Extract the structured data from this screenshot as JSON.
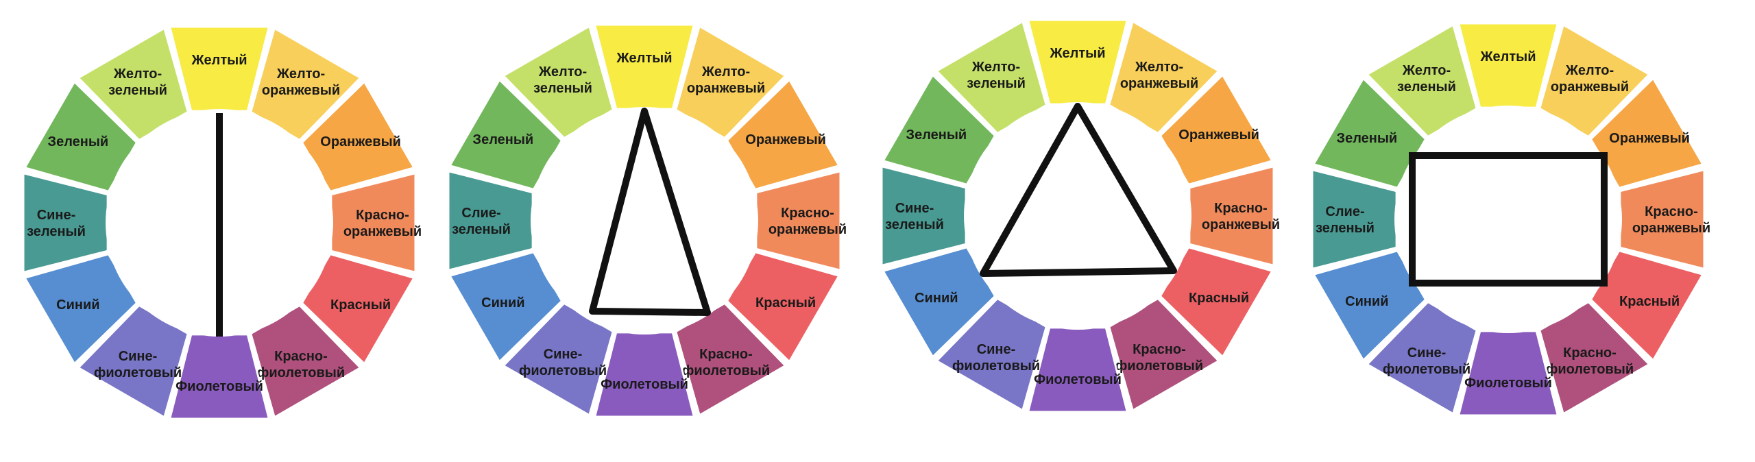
{
  "segments": [
    {
      "key": "yellow",
      "lines": [
        "Желтый"
      ],
      "color": "#f7e92b"
    },
    {
      "key": "yellow-orange",
      "lines": [
        "Желто-",
        "оранжевый"
      ],
      "color": "#f8c944"
    },
    {
      "key": "orange",
      "lines": [
        "Оранжевый"
      ],
      "color": "#f59a2b"
    },
    {
      "key": "red-orange",
      "lines": [
        "Красно-",
        "оранжевый"
      ],
      "color": "#f07a45"
    },
    {
      "key": "red",
      "lines": [
        "Красный"
      ],
      "color": "#ea4b4e"
    },
    {
      "key": "red-violet",
      "lines": [
        "Красно-",
        "фиолетовый"
      ],
      "color": "#a53a6a"
    },
    {
      "key": "violet",
      "lines": [
        "Фиолетовый"
      ],
      "color": "#7a45b6"
    },
    {
      "key": "blue-violet",
      "lines": [
        "Сине-",
        "фиолетовый"
      ],
      "color": "#6763c0"
    },
    {
      "key": "blue",
      "lines": [
        "Синий"
      ],
      "color": "#3f7fcb"
    },
    {
      "key": "blue-green",
      "lines": [
        "Сине-",
        "зеленый"
      ],
      "color": "#2f8d84"
    },
    {
      "key": "green",
      "lines": [
        "Зеленый"
      ],
      "color": "#5fae46"
    },
    {
      "key": "yellow-green",
      "lines": [
        "Желто-",
        "зеленый"
      ],
      "color": "#bedc54"
    }
  ],
  "wheels": [
    {
      "name": "wheel-line",
      "shape": "line",
      "segment_overrides": {}
    },
    {
      "name": "wheel-triangle-narrow",
      "shape": "narrow-triangle",
      "segment_overrides": {
        "blue-green": [
          "Слие-",
          "зеленый"
        ]
      }
    },
    {
      "name": "wheel-triangle-equilateral",
      "shape": "equilateral-triangle",
      "segment_overrides": {}
    },
    {
      "name": "wheel-rectangle",
      "shape": "rectangle",
      "segment_overrides": {
        "blue-green": [
          "Слие-",
          "зеленый"
        ]
      }
    }
  ],
  "shape_color": "#111111"
}
